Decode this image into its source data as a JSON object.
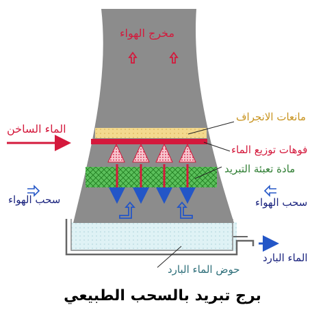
{
  "title": "برج تبريد بالسحب الطبيعي",
  "labels": {
    "air_outlet": "مخرج الهواء",
    "hot_water": "الماء الساخن",
    "drift_eliminators": "مانعات الانجراف",
    "spray_nozzles": "فوهات توزيع الماء",
    "cooling_fill": "مادة تعبئة التبريد",
    "air_intake_left": "سحب الهواء",
    "air_intake_right": "سحب الهواء",
    "cold_water": "الماء البارد",
    "cold_water_basin": "حوض الماء البارد"
  },
  "colors": {
    "tower": "#8c8c8c",
    "red": "#d4193c",
    "drift": "#f3d98e",
    "fill": "#4ab34a",
    "blue": "#2356c7",
    "basin": "#d6eef3",
    "label_dark": "#1a237e",
    "label_orange": "#c8931e",
    "label_green": "#2e7d32",
    "label_teal": "#2e6f7a"
  }
}
